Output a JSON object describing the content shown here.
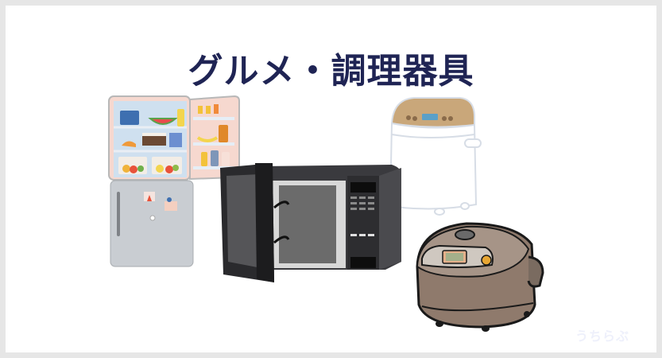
{
  "title": "グルメ・調理器具",
  "watermark": "うちらぶ",
  "illustrations": [
    {
      "name": "refrigerator",
      "description": "open refrigerator with food"
    },
    {
      "name": "microwave",
      "description": "black microwave oven with open door"
    },
    {
      "name": "bread-maker",
      "description": "white bread maker with tan top panel"
    },
    {
      "name": "rice-cooker",
      "description": "brown rice cooker with control panel"
    }
  ],
  "colors": {
    "frame": "#e6e6e6",
    "background": "#ffffff",
    "title": "#1f2454",
    "watermark": "#eef0fb"
  }
}
